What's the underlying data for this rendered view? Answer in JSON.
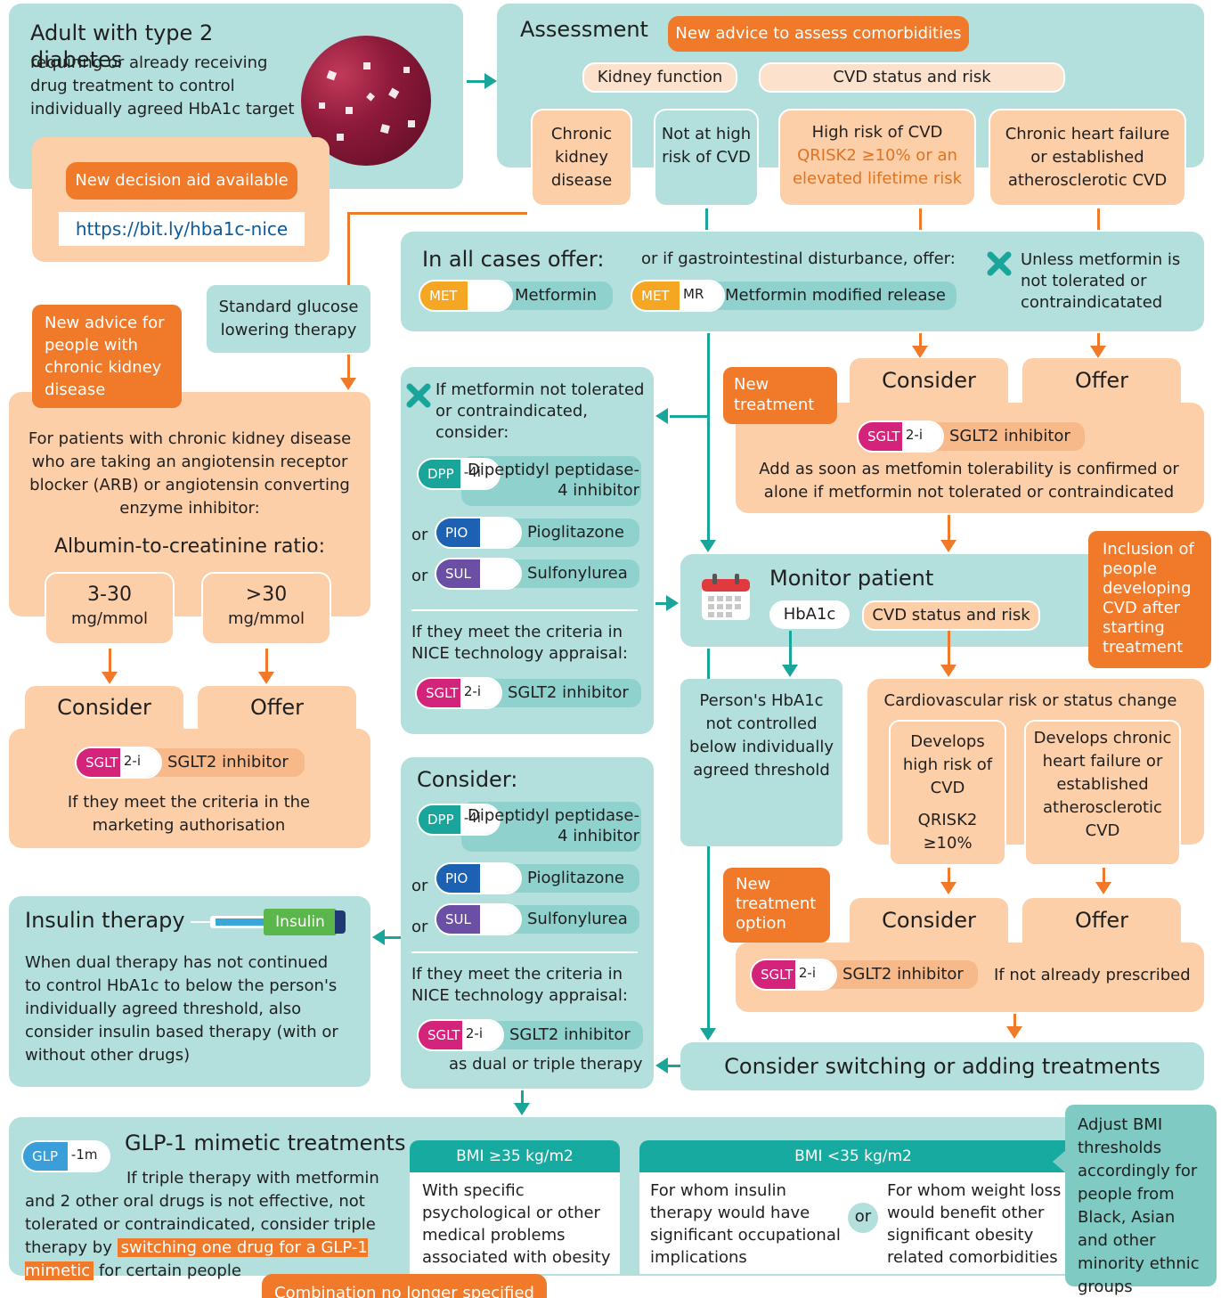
{
  "intro": {
    "title": "Adult with type 2 diabetes",
    "text": "requiring or already receiving drug treatment to control individually agreed HbA1c target",
    "aid": "New decision aid available",
    "link": "https://bit.ly/hba1c-nice"
  },
  "assessment": {
    "title": "Assessment",
    "new": "New advice to assess comorbidities",
    "kidney": "Kidney function",
    "cvd": "CVD status and risk",
    "ckd": "Chronic kidney disease",
    "notrisk": "Not at high risk of CVD",
    "highrisk": "High risk of CVD",
    "qrisk": "QRISK2  ≥10% or an elevated lifetime risk",
    "chf": "Chronic heart failure or established atherosclerotic CVD"
  },
  "std": "Standard glucose lowering therapy",
  "ckdbox": {
    "new": "New advice for people with chronic kidney disease",
    "text": "For patients with chronic kidney disease who are taking an angiotensin receptor blocker (ARB) or angiotensin converting enzyme inhibitor:",
    "acr": "Albumin-to-creatinine ratio:",
    "r1a": "3-30",
    "r1b": "mg/mmol",
    "r2a": ">30",
    "r2b": "mg/mmol",
    "consider": "Consider",
    "offer": "Offer",
    "drug": "SGLT2 inhibitor",
    "note": "If they meet the criteria in the marketing authorisation"
  },
  "allcases": {
    "title": "In all cases offer:",
    "gi": "or if gastrointestinal disturbance, offer:",
    "met": "Metformin",
    "metmr": "Metformin modified release",
    "unless": "Unless metformin is not tolerated or contraindicatated"
  },
  "caps": {
    "met": "MET",
    "mr": "MR",
    "sglt": "SGLT",
    "sglt2": "2-i",
    "dpp": "DPP",
    "dpp2": "-4i",
    "pio": "PIO",
    "sul": "SUL",
    "glp": "GLP",
    "glp2": "-1m",
    "insulin": "Insulin"
  },
  "notol": {
    "title": "If metformin not tolerated or contraindicated, consider:",
    "dpp": "Dipeptidyl peptidase-4 inhibitor",
    "or": "or",
    "pio": "Pioglitazone",
    "sul": "Sulfonylurea",
    "nice": "If they meet the criteria in NICE technology appraisal:",
    "sglt": "SGLT2 inhibitor"
  },
  "newtx": {
    "label": "New treatment",
    "consider": "Consider",
    "offer": "Offer",
    "drug": "SGLT2 inhibitor",
    "text": "Add as soon as metfomin tolerability is confirmed or alone if metformin not tolerated or contraindicated"
  },
  "monitor": {
    "title": "Monitor patient",
    "hba1c": "HbA1c",
    "cvd": "CVD status and risk",
    "incl": "Inclusion of people developing CVD after starting treatment"
  },
  "notctrl": "Person's HbA1c not controlled below individually agreed threshold",
  "cvchange": {
    "title": "Cardiovascular risk or status change",
    "high": "Develops high risk of CVD",
    "q": "QRISK2 ≥10%",
    "chf": "Develops chronic heart failure or established atherosclerotic CVD",
    "newopt": "New treatment option",
    "consider": "Consider",
    "offer": "Offer",
    "drug": "SGLT2 inhibitor",
    "note": "If not already prescribed"
  },
  "consider2": {
    "title": "Consider:",
    "dpp": "Dipeptidyl peptidase-4 inhibitor",
    "or": "or",
    "pio": "Pioglitazone",
    "sul": "Sulfonylurea",
    "nice": "If they meet the criteria in NICE technology appraisal:",
    "sglt": "SGLT2 inhibitor",
    "dual": "as dual or triple therapy"
  },
  "switch": "Consider switching or adding treatments",
  "insulin": {
    "title": "Insulin therapy",
    "text": "When dual therapy has not continued to control HbA1c to below the person's individually agreed threshold, also consider insulin based therapy (with or without other drugs)"
  },
  "glp": {
    "title": "GLP-1 mimetic treatments",
    "t1": "If triple therapy with metformin and 2 other oral drugs is not effective, not tolerated or contraindicated, consider triple therapy by",
    "hl": "switching one drug for a GLP-1 mimetic",
    "t2": "for certain people",
    "combo": "Combination no longer specified",
    "bmi1": "BMI ≥35 kg/m2",
    "bmi1t": "With specific psychological or other medical problems associated with obesity",
    "bmi2": "BMI <35 kg/m2",
    "bmi2a": "For whom insulin therapy would have significant occupational implications",
    "or": "or",
    "bmi2b": "For whom weight loss would benefit other significant obesity related comorbidities",
    "adjust": "Adjust BMI thresholds accordingly for people from Black, Asian and other minority ethnic groups"
  },
  "colors": {
    "teal": "#b3dfdc",
    "peach": "#fccfa9",
    "orange": "#f07a2a",
    "line": "#1aa59b"
  }
}
